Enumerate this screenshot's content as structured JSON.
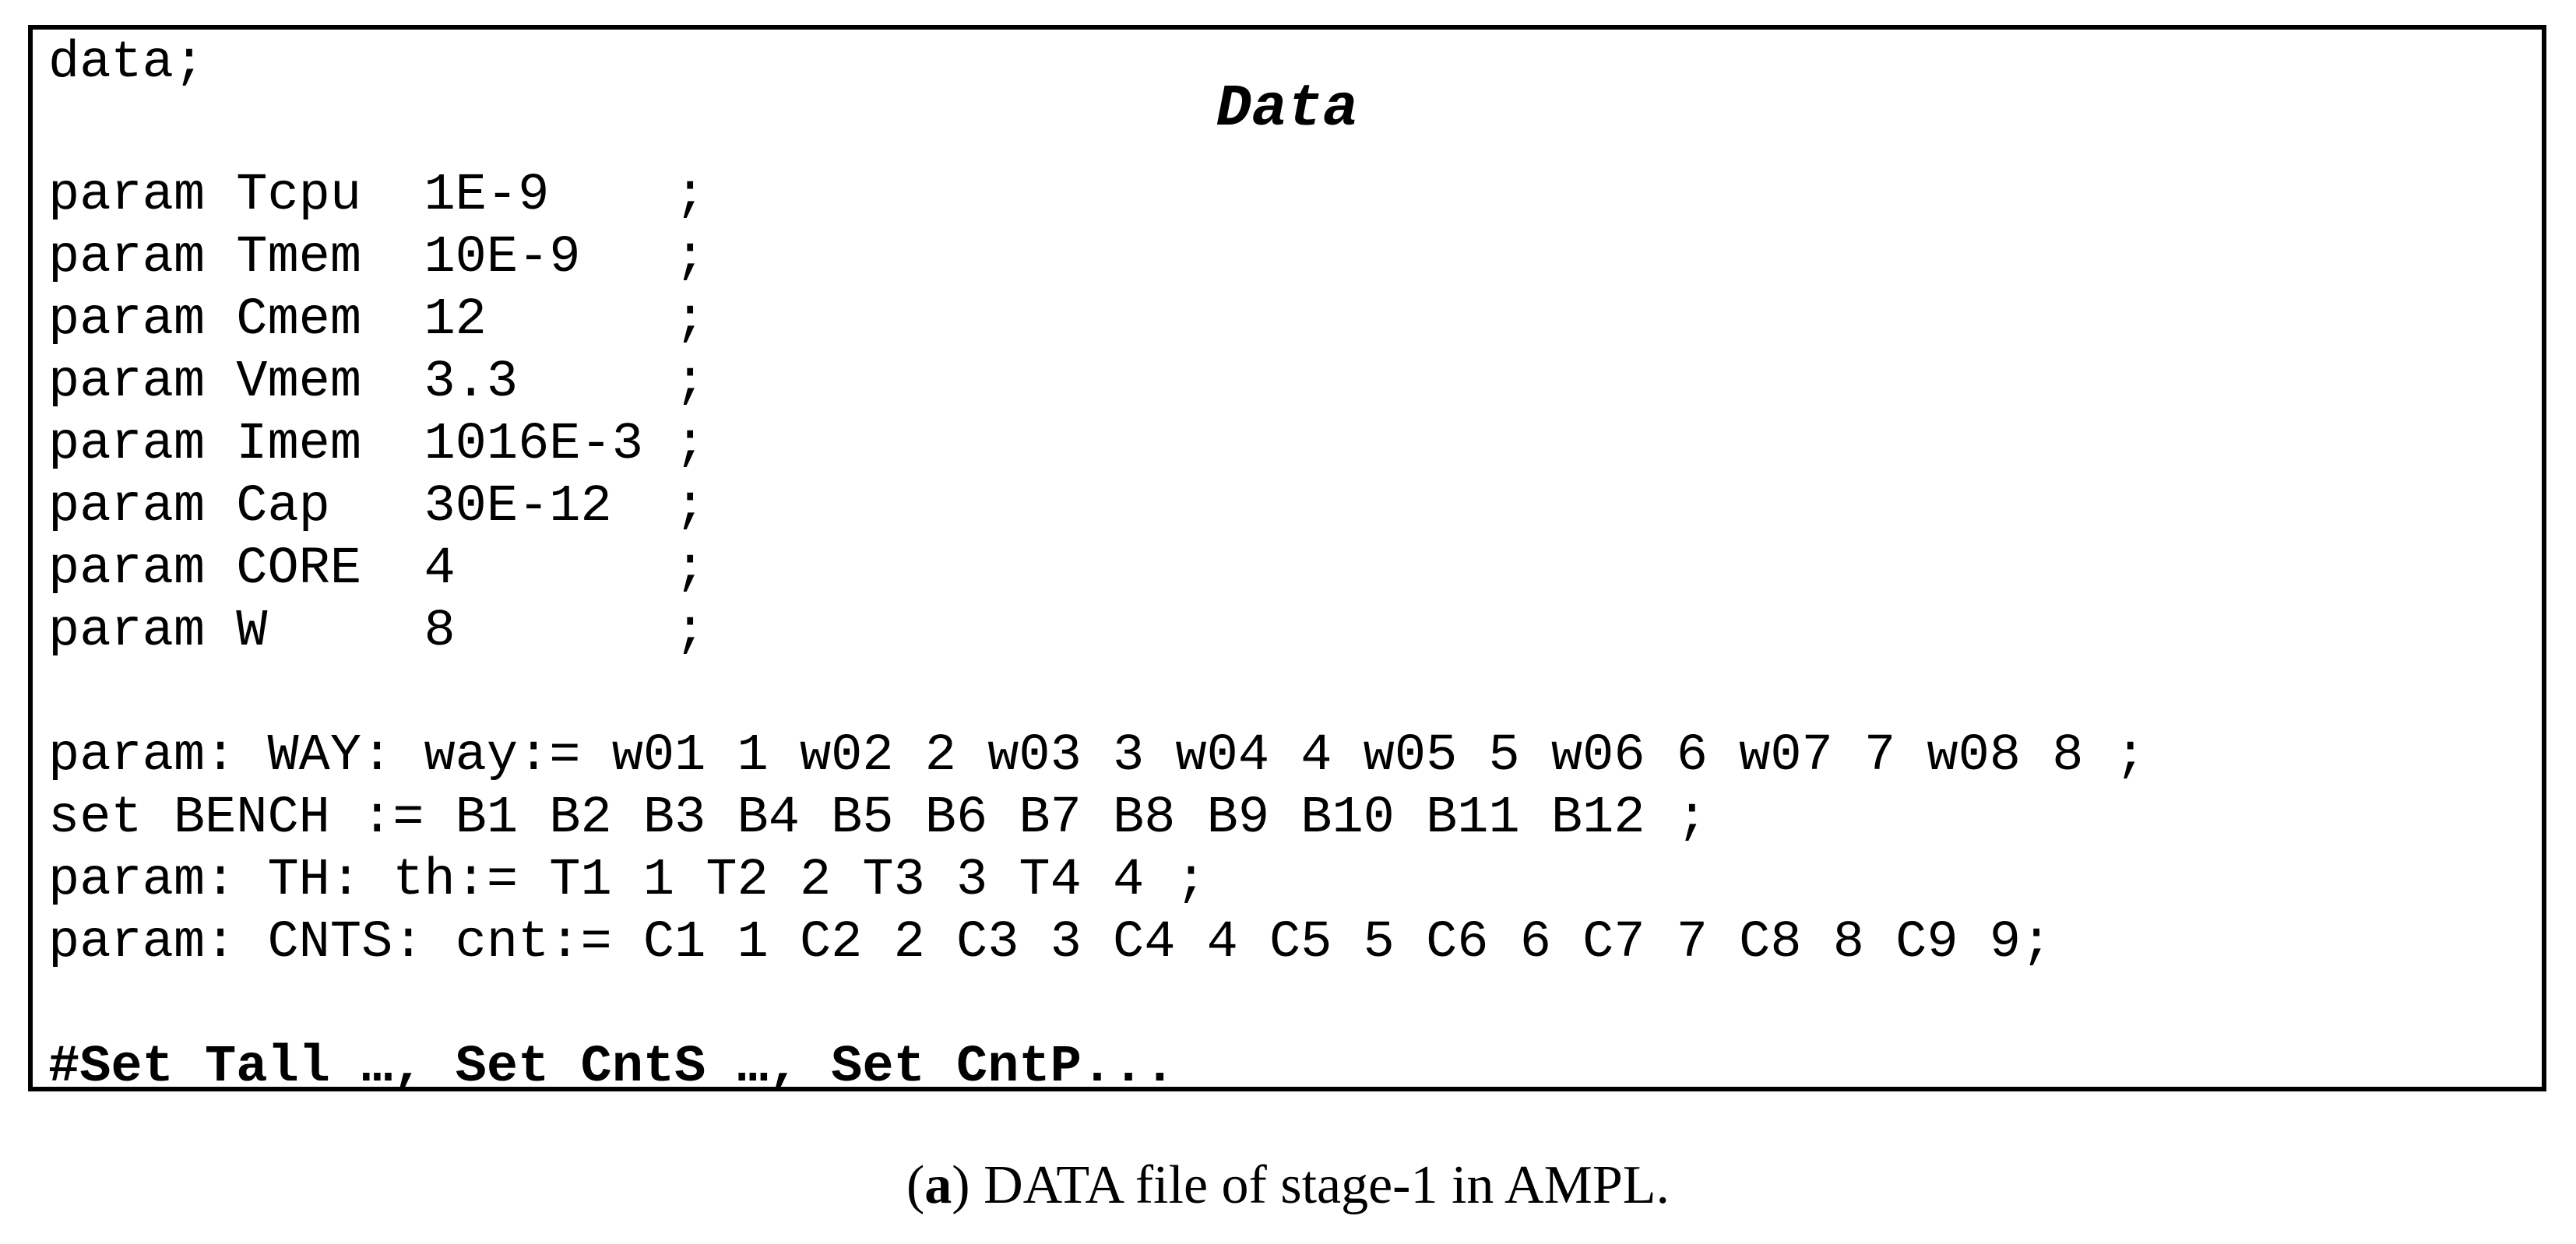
{
  "code_block": {
    "title": "Data",
    "lines": [
      "data;",
      "param Tcpu  1E-9    ;",
      "param Tmem  10E-9   ;",
      "param Cmem  12      ;",
      "param Vmem  3.3     ;",
      "param Imem  1016E-3 ;",
      "param Cap   30E-12  ;",
      "param CORE  4       ;",
      "param W     8       ;",
      "param: WAY: way:= w01 1 w02 2 w03 3 w04 4 w05 5 w06 6 w07 7 w08 8 ;",
      "set BENCH := B1 B2 B3 B4 B5 B6 B7 B8 B9 B10 B11 B12 ;",
      "param: TH: th:= T1 1 T2 2 T3 3 T4 4 ;",
      "param: CNTS: cnt:= C1 1 C2 2 C3 3 C4 4 C5 5 C6 6 C7 7 C8 8 C9 9;",
      "#Set Tall …, Set CntS …, Set CntP..."
    ]
  },
  "caption": {
    "label": "a",
    "text": "DATA file of stage-1 in AMPL."
  }
}
